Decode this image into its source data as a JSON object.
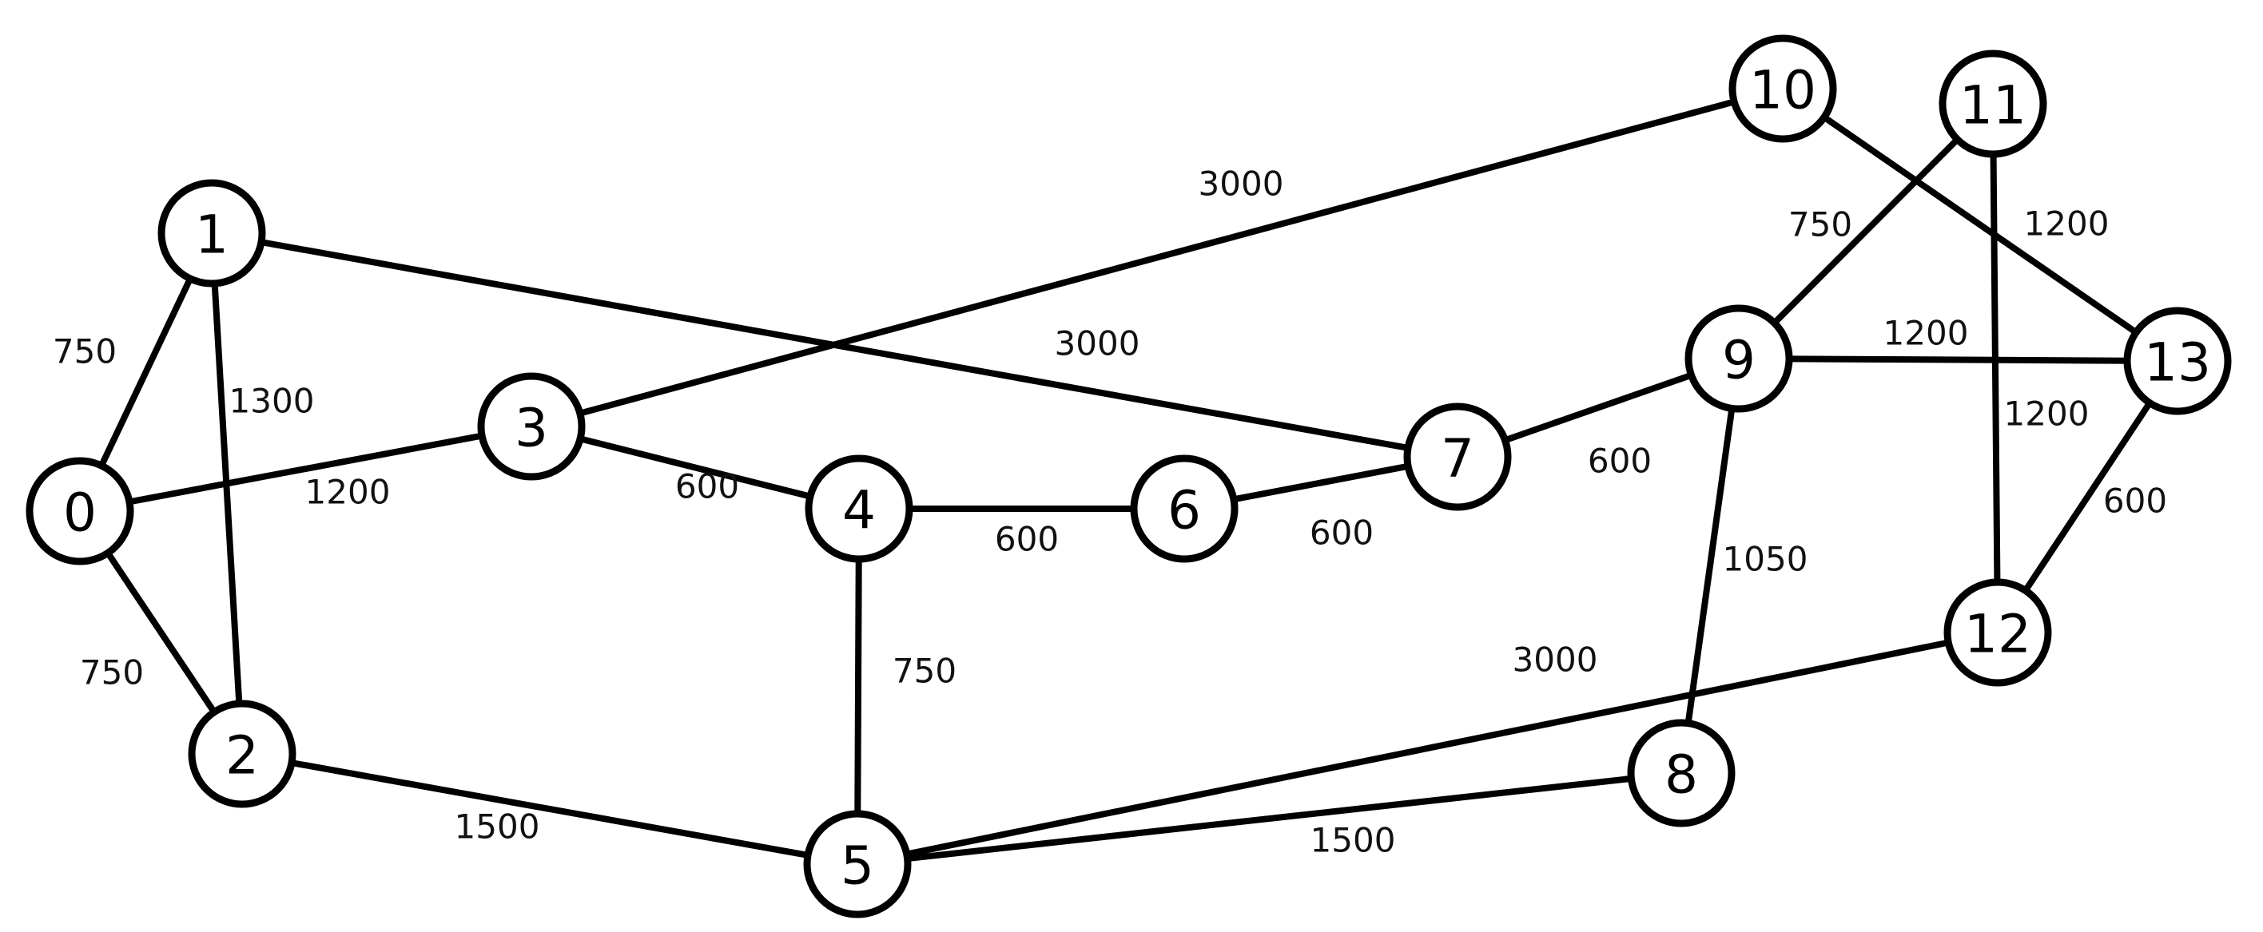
{
  "graph": {
    "nodes": [
      {
        "id": "0",
        "label": "0"
      },
      {
        "id": "1",
        "label": "1"
      },
      {
        "id": "2",
        "label": "2"
      },
      {
        "id": "3",
        "label": "3"
      },
      {
        "id": "4",
        "label": "4"
      },
      {
        "id": "5",
        "label": "5"
      },
      {
        "id": "6",
        "label": "6"
      },
      {
        "id": "7",
        "label": "7"
      },
      {
        "id": "8",
        "label": "8"
      },
      {
        "id": "9",
        "label": "9"
      },
      {
        "id": "10",
        "label": "10"
      },
      {
        "id": "11",
        "label": "11"
      },
      {
        "id": "12",
        "label": "12"
      },
      {
        "id": "13",
        "label": "13"
      }
    ],
    "edges": [
      {
        "from": "0",
        "to": "1",
        "weight": "750"
      },
      {
        "from": "0",
        "to": "2",
        "weight": "750"
      },
      {
        "from": "0",
        "to": "3",
        "weight": "1200"
      },
      {
        "from": "1",
        "to": "2",
        "weight": "1300"
      },
      {
        "from": "1",
        "to": "7",
        "weight": "3000"
      },
      {
        "from": "2",
        "to": "5",
        "weight": "1500"
      },
      {
        "from": "3",
        "to": "4",
        "weight": "600"
      },
      {
        "from": "3",
        "to": "10",
        "weight": "3000"
      },
      {
        "from": "4",
        "to": "5",
        "weight": "750"
      },
      {
        "from": "4",
        "to": "6",
        "weight": "600"
      },
      {
        "from": "5",
        "to": "8",
        "weight": "1500"
      },
      {
        "from": "5",
        "to": "12",
        "weight": "3000"
      },
      {
        "from": "6",
        "to": "7",
        "weight": "600"
      },
      {
        "from": "7",
        "to": "9",
        "weight": "600"
      },
      {
        "from": "8",
        "to": "9",
        "weight": "1050"
      },
      {
        "from": "9",
        "to": "11",
        "weight": "750"
      },
      {
        "from": "9",
        "to": "13",
        "weight": "1200"
      },
      {
        "from": "10",
        "to": "13",
        "weight": "1200"
      },
      {
        "from": "11",
        "to": "12",
        "weight": "1200"
      },
      {
        "from": "12",
        "to": "13",
        "weight": "600"
      }
    ]
  }
}
